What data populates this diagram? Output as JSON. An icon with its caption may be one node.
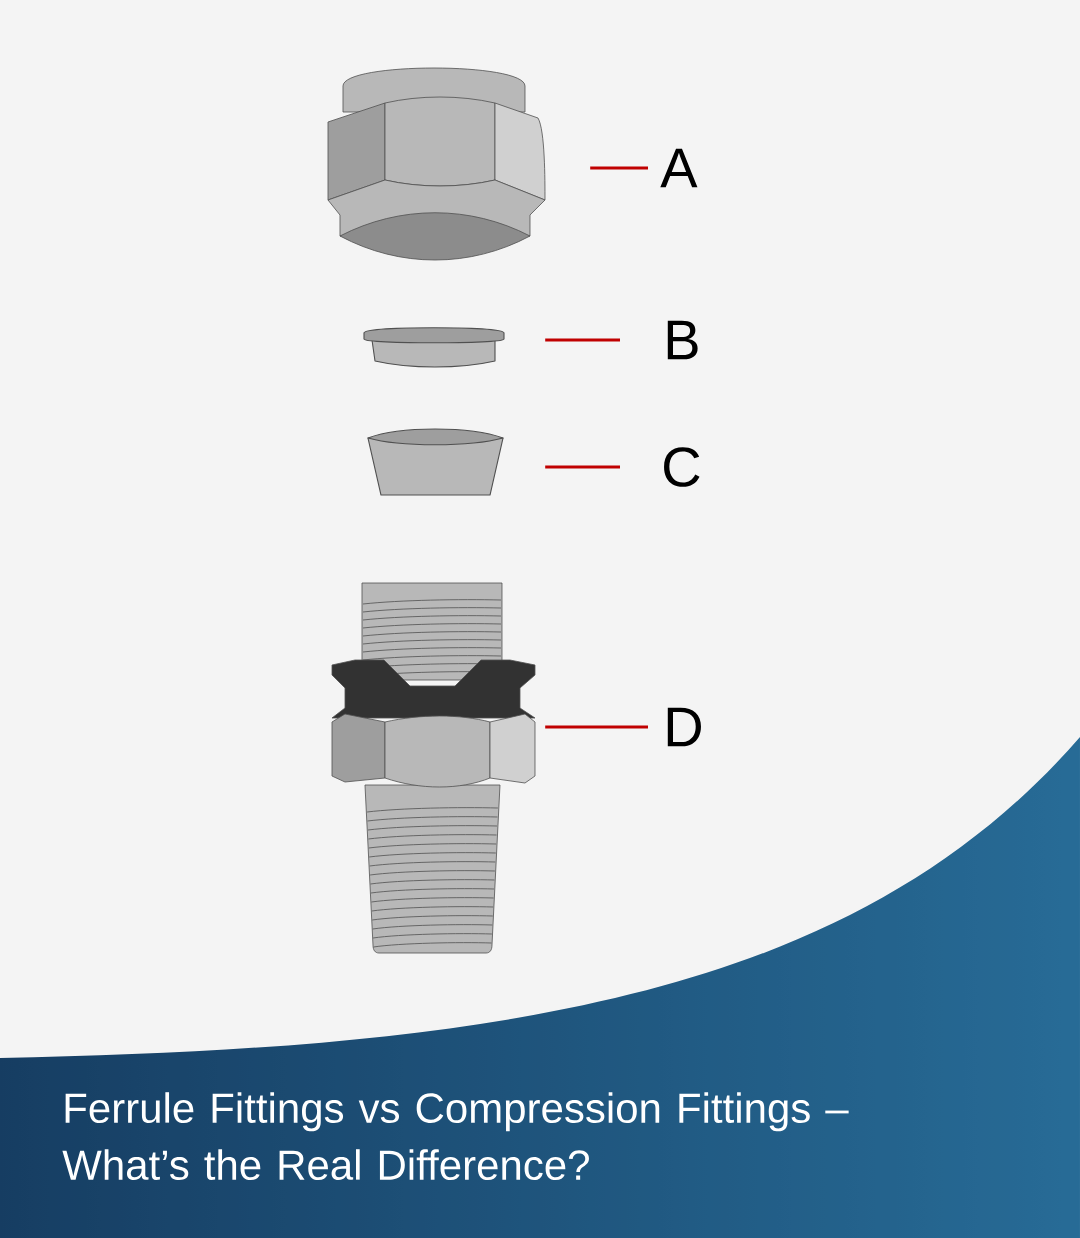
{
  "diagram": {
    "title": "Ferrule Fittings vs Compression Fittings – What’s the Real Difference?",
    "nodes": [
      {
        "text": [
          "A"
        ]
      },
      {
        "text": [
          "B"
        ]
      },
      {
        "text": [
          "C"
        ]
      },
      {
        "text": [
          "D"
        ]
      },
      {
        "text": [],
        "shape": "picture"
      },
      {
        "text": [],
        "shape": "cylinder"
      },
      {
        "text": [],
        "shape": "cylinder"
      },
      {
        "text": [],
        "shape": "picture"
      }
    ],
    "edges": [
      {
        "from": 0,
        "to": 4,
        "arrow": "none"
      },
      {
        "from": 1,
        "to": 5,
        "arrow": "none"
      },
      {
        "from": 2,
        "to": 6,
        "arrow": "none"
      },
      {
        "from": 3,
        "to": 7,
        "arrow": "none"
      }
    ]
  }
}
